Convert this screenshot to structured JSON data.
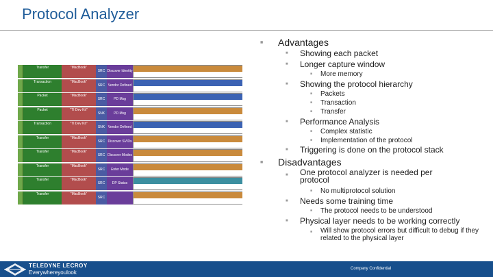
{
  "slide": {
    "title": "Protocol Analyzer"
  },
  "capture": {
    "rows": [
      {
        "label": "Transfer",
        "device": "\"MacBook\"",
        "port": "SRC",
        "msg": "Discover Identity",
        "style": "h"
      },
      {
        "label": "Transaction",
        "device": "\"MacBook\"",
        "port": "SRC",
        "msg": "Vendor Defined",
        "style": "h blue"
      },
      {
        "label": "Packet",
        "device": "\"MacBook\"",
        "port": "SRC",
        "msg": "PD Msg",
        "style": "h blue"
      },
      {
        "label": "Packet",
        "device": "\"TI Dev Kit\"",
        "port": "SNK",
        "msg": "PD Msg",
        "style": "h"
      },
      {
        "label": "Transaction",
        "device": "\"TI Dev Kit\"",
        "port": "SNK",
        "msg": "Vendor Defined",
        "style": "h blue"
      },
      {
        "label": "Transfer",
        "device": "\"MacBook\"",
        "port": "SRC",
        "msg": "Discover SVIDs",
        "style": "h"
      },
      {
        "label": "Transfer",
        "device": "\"MacBook\"",
        "port": "SRC",
        "msg": "Discover Modes",
        "style": "h"
      },
      {
        "label": "Transfer",
        "device": "\"MacBook\"",
        "port": "SRC",
        "msg": "Enter Mode",
        "style": "h"
      },
      {
        "label": "Transfer",
        "device": "\"MacBook\"",
        "port": "SRC",
        "msg": "DP Status",
        "style": "h teal"
      },
      {
        "label": "Transfer",
        "device": "\"MacBook\"",
        "port": "SRC",
        "msg": "",
        "style": "h"
      }
    ]
  },
  "outline": {
    "advantages": "Advantages",
    "adv_items": {
      "a1": "Showing each packet",
      "a2": "Longer capture window",
      "a2_sub": "More memory",
      "a3": "Showing the protocol hierarchy",
      "a3_sub1": "Packets",
      "a3_sub2": "Transaction",
      "a3_sub3": "Transfer",
      "a4": "Performance Analysis",
      "a4_sub1": "Complex statistic",
      "a4_sub2": "Implementation of the protocol",
      "a5": "Triggering is done on the protocol stack"
    },
    "disadvantages": "Disadvantages",
    "dis_items": {
      "d1": "One protocol analyzer is needed per protocol",
      "d1_sub": "No multiprotocol solution",
      "d2": "Needs some training time",
      "d2_sub": "The protocol needs to be understood",
      "d3": "Physical layer needs to be working correctly",
      "d3_sub": "Will show protocol errors but difficult to debug if they related to the physical layer"
    }
  },
  "footer": {
    "brand": "TELEDYNE LECROY",
    "tagline": "Everywhereyoulook",
    "confidential": "Company Confidential"
  },
  "colors": {
    "title": "#1f5c99",
    "footer_bar": "#174f8c"
  }
}
